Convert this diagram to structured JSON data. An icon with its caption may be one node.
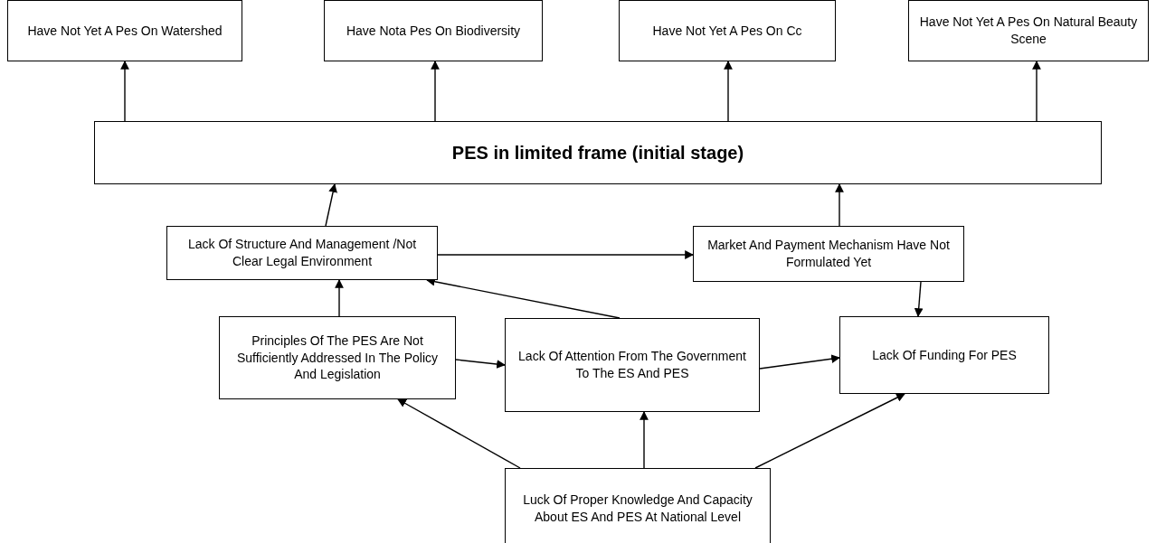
{
  "diagram": {
    "nodes": [
      {
        "text": [
          "Have Not Yet A Pes On Watershed"
        ]
      },
      {
        "text": [
          "Have Nota Pes On Biodiversity"
        ]
      },
      {
        "text": [
          "Have Not Yet A Pes On Cc"
        ]
      },
      {
        "text": [
          "Have Not Yet A Pes On Natural Beauty Scene"
        ]
      },
      {
        "text": [
          "PES in limited frame (initial stage)"
        ]
      },
      {
        "text": [
          "Lack Of Structure And Management /Not Clear Legal Environment"
        ]
      },
      {
        "text": [
          "Market And Payment Mechanism Have Not Formulated Yet"
        ]
      },
      {
        "text": [
          "Principles Of The PES Are Not Sufficiently Addressed In The Policy And Legislation"
        ]
      },
      {
        "text": [
          "Lack Of Attention From The Government To The ES And PES"
        ]
      },
      {
        "text": [
          "Lack Of Funding For PES"
        ]
      },
      {
        "text": [
          "Luck Of Proper Knowledge And Capacity About ES And PES At National Level"
        ]
      }
    ],
    "edges": [
      {
        "from": 4,
        "to": 0,
        "arrow": "to"
      },
      {
        "from": 4,
        "to": 1,
        "arrow": "to"
      },
      {
        "from": 4,
        "to": 2,
        "arrow": "to"
      },
      {
        "from": 4,
        "to": 3,
        "arrow": "to"
      },
      {
        "from": 5,
        "to": 4,
        "arrow": "to"
      },
      {
        "from": 6,
        "to": 4,
        "arrow": "to"
      },
      {
        "from": 5,
        "to": 6,
        "arrow": "to"
      },
      {
        "from": 7,
        "to": 5,
        "arrow": "to"
      },
      {
        "from": 8,
        "to": 5,
        "arrow": "to"
      },
      {
        "from": 6,
        "to": 9,
        "arrow": "to"
      },
      {
        "from": 7,
        "to": 8,
        "arrow": "to"
      },
      {
        "from": 8,
        "to": 9,
        "arrow": "to"
      },
      {
        "from": 10,
        "to": 7,
        "arrow": "to"
      },
      {
        "from": 10,
        "to": 8,
        "arrow": "to"
      },
      {
        "from": 10,
        "to": 9,
        "arrow": "to"
      }
    ]
  }
}
